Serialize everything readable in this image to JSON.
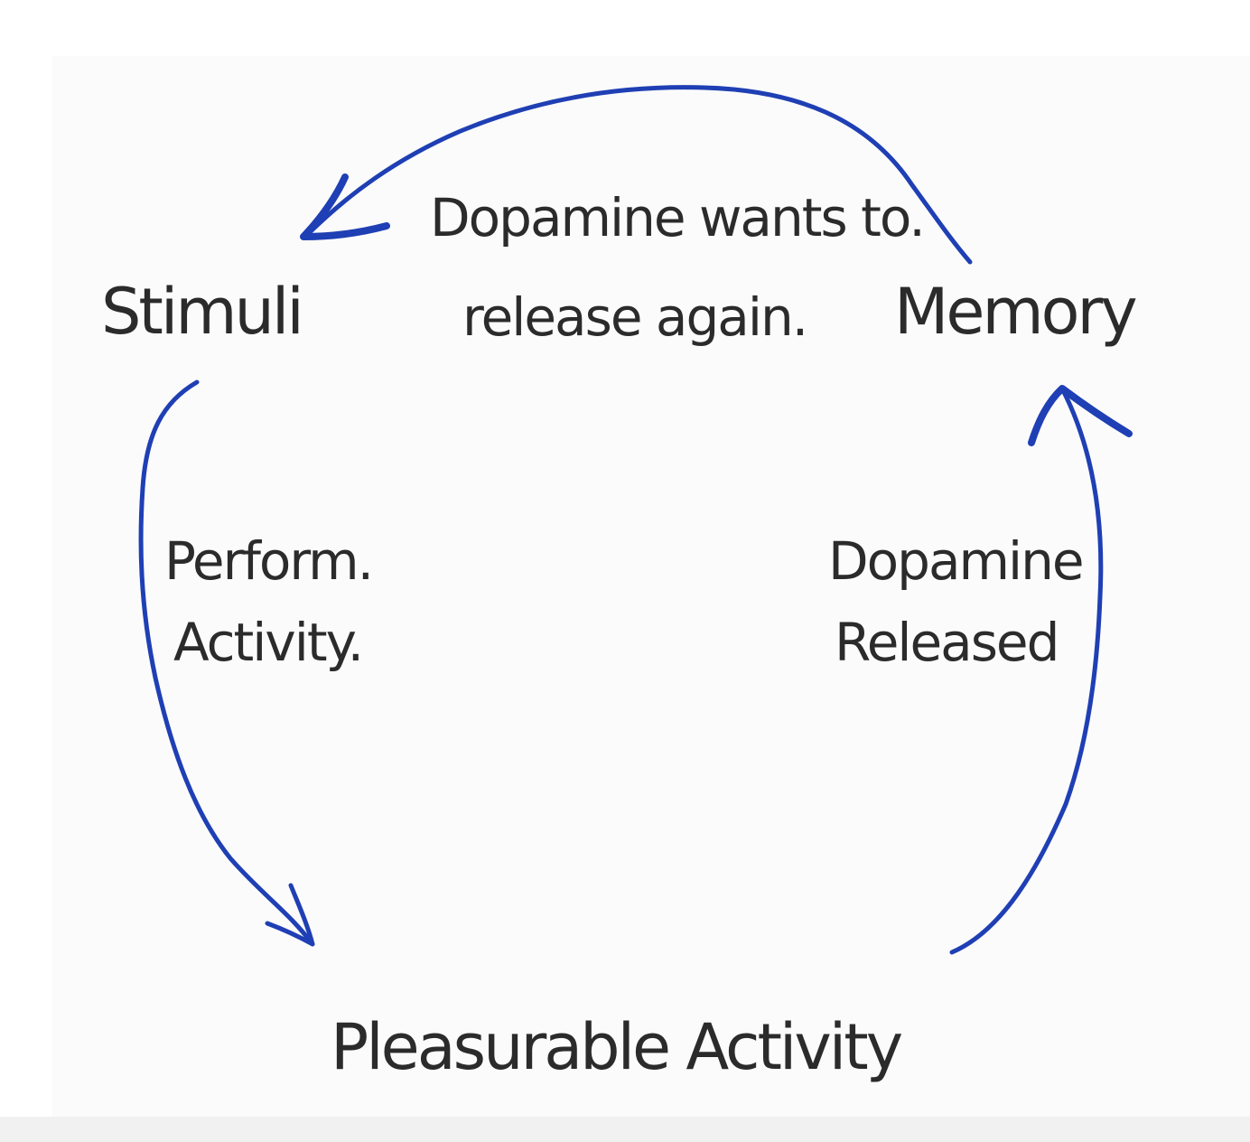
{
  "colors": {
    "arrow": "#1f3fb4",
    "text": "#2b2b2b",
    "background": "#fbfbfb"
  },
  "nodes": {
    "stimuli": "Stimuli",
    "memory": "Memory",
    "pleasurable_activity": "Pleasurable Activity"
  },
  "edges": {
    "stimuli_to_activity": {
      "line1": "Perform.",
      "line2": "Activity."
    },
    "activity_to_memory": {
      "line1": "Dopamine",
      "line2": "Released"
    },
    "memory_to_stimuli": {
      "line1": "Dopamine wants to.",
      "line2": "release again."
    }
  }
}
